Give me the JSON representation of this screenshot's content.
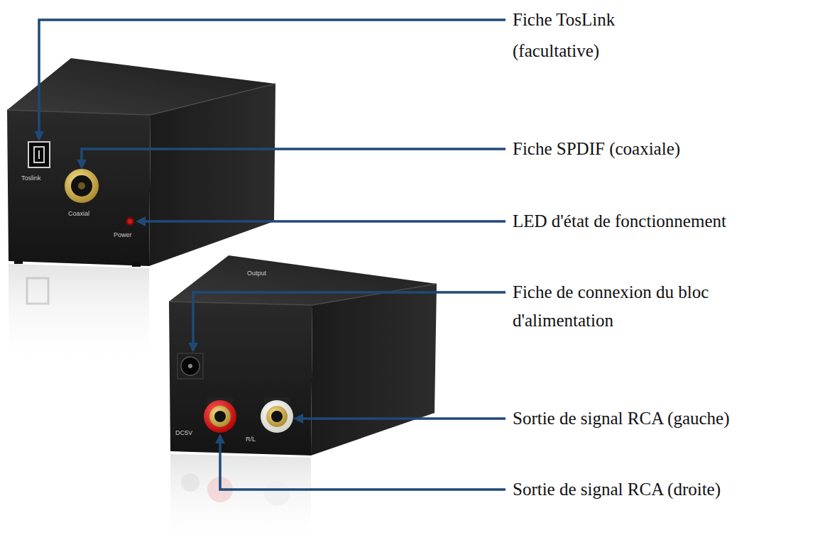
{
  "diagram": {
    "labels": [
      "Fiche TosLink (facultative)",
      "Fiche SPDIF (coaxiale)",
      "LED d'état de fonctionnement",
      "Fiche de connexion du bloc d'alimentation",
      "Sortie de signal RCA (gauche)",
      "Sortie de signal RCA (droite)",
      "Toslink",
      "Coaxial",
      "Power",
      "Output",
      "DC5V",
      "R/L"
    ]
  }
}
